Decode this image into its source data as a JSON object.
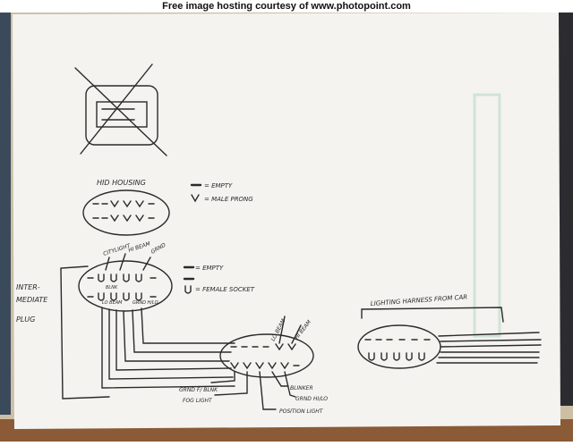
{
  "banner": {
    "text": "Free image hosting courtesy of www.photopoint.com"
  },
  "diagram": {
    "hid_housing": {
      "title": "HID HOUSING"
    },
    "legend_housing": {
      "empty": "= EMPTY",
      "male": "= MALE PRONG"
    },
    "legend_plug": {
      "empty": "= EMPTY",
      "female": "= FEMALE SOCKET"
    },
    "plug_label": [
      "INTER-",
      "MEDIATE",
      "PLUG"
    ],
    "plug_top_labels": [
      "CITYLIGHT",
      "HI BEAM",
      "GRND"
    ],
    "plug_inner_label": "BLNK",
    "plug_bottom_labels": [
      "LO BEAM",
      "GRND H/LO"
    ],
    "connector_top_labels": [
      "LO BEAM",
      "HI BEAM"
    ],
    "connector_bottom_labels": [
      "GRND F/ BLNK",
      "FOG LIGHT",
      "POSITION LIGHT",
      "BLINKER",
      "GRND HI/LO"
    ],
    "harness_label": "LIGHTING HARNESS FROM CAR"
  },
  "colors": {
    "paper": "#f4f3f0",
    "ink": "#2a2a2a",
    "wall": "#c9b79a",
    "desk": "#8b5a36"
  }
}
